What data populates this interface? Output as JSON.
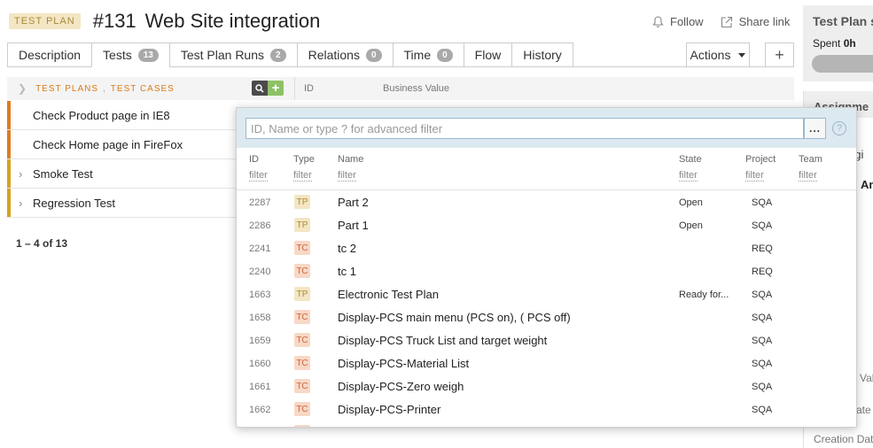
{
  "header": {
    "badge": "TEST PLAN",
    "id": "#131",
    "title": "Web Site integration",
    "follow": "Follow",
    "share": "Share link"
  },
  "tabs": [
    {
      "label": "Description"
    },
    {
      "label": "Tests",
      "count": "13"
    },
    {
      "label": "Test Plan Runs",
      "count": "2"
    },
    {
      "label": "Relations",
      "count": "0"
    },
    {
      "label": "Time",
      "count": "0"
    },
    {
      "label": "Flow"
    },
    {
      "label": "History"
    }
  ],
  "actions_label": "Actions",
  "plus_label": "+",
  "list": {
    "crumb1": "TEST PLANS",
    "crumb_sep": ",",
    "crumb2": "TEST CASES",
    "col_id": "ID",
    "col_bv": "Business Value",
    "rows": [
      {
        "label": "Check Product page in IE8",
        "color": "#e07b1a"
      },
      {
        "label": "Check Home page in FireFox",
        "color": "#e07b1a"
      },
      {
        "label": "Smoke Test",
        "color": "#d6a21e"
      },
      {
        "label": "Regression Test",
        "color": "#d6a21e"
      }
    ],
    "pager": "1 – 4 of 13"
  },
  "right": {
    "title": "Test Plan s",
    "spent_label": "Spent",
    "spent_value": "0h",
    "assign": "Assignme",
    "eng": "ngi",
    "am": "Am",
    "val": "Val",
    "mate": "mate",
    "created": "Creation Date"
  },
  "dropdown": {
    "placeholder": "ID, Name or type ? for advanced filter",
    "more": "...",
    "help": "?",
    "headers": {
      "id": "ID",
      "type": "Type",
      "name": "Name",
      "state": "State",
      "project": "Project",
      "team": "Team"
    },
    "filter_label": "filter",
    "items": [
      {
        "id": "2287",
        "type": "TP",
        "name": "Part 2",
        "state": "Open",
        "project": "SQA"
      },
      {
        "id": "2286",
        "type": "TP",
        "name": "Part 1",
        "state": "Open",
        "project": "SQA"
      },
      {
        "id": "2241",
        "type": "TC",
        "name": "tc 2",
        "state": "",
        "project": "REQ"
      },
      {
        "id": "2240",
        "type": "TC",
        "name": "tc 1",
        "state": "",
        "project": "REQ"
      },
      {
        "id": "1663",
        "type": "TP",
        "name": "Electronic Test Plan",
        "state": "Ready for...",
        "project": "SQA"
      },
      {
        "id": "1658",
        "type": "TC",
        "name": "Display-PCS main menu (PCS on), ( PCS off)",
        "state": "",
        "project": "SQA"
      },
      {
        "id": "1659",
        "type": "TC",
        "name": "Display-PCS Truck List and target weight",
        "state": "",
        "project": "SQA"
      },
      {
        "id": "1660",
        "type": "TC",
        "name": "Display-PCS-Material List",
        "state": "",
        "project": "SQA"
      },
      {
        "id": "1661",
        "type": "TC",
        "name": "Display-PCS-Zero weigh",
        "state": "",
        "project": "SQA"
      },
      {
        "id": "1662",
        "type": "TC",
        "name": "Display-PCS-Printer",
        "state": "",
        "project": "SQA"
      }
    ]
  }
}
